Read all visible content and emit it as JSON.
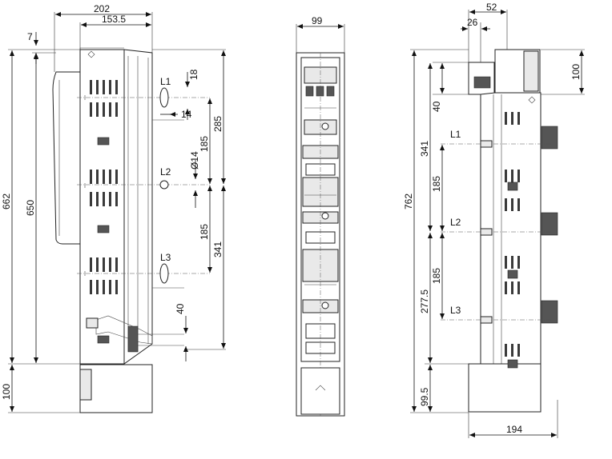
{
  "drawing": {
    "colors": {
      "line": "#111111",
      "housing_fill": "#e9e9e9",
      "background": "#ffffff"
    },
    "side_view_left": {
      "dims": {
        "total_depth": "202",
        "depth_body": "153.5",
        "top_offset": "7",
        "total_height": "662",
        "body_height": "650",
        "base_height": "100",
        "terminal_dia": "18",
        "terminal_len": "14",
        "hole_dia": "Ø14",
        "pitch_1": "185",
        "pitch_2": "185",
        "upper_span": "285",
        "lower_span": "341",
        "cable_offset": "40"
      },
      "labels": {
        "l1": "L1",
        "l2": "L2",
        "l3": "L3"
      }
    },
    "front_view": {
      "dims": {
        "width": "99"
      }
    },
    "side_view_right": {
      "dims": {
        "top_width": "52",
        "clamp_offset": "26",
        "clamp_height": "100",
        "total_height": "762",
        "top_offset": "40",
        "span_upper": "341",
        "pitch_1": "185",
        "pitch_2": "185",
        "span_lower": "277.5",
        "base_height": "99.5",
        "depth": "194"
      },
      "labels": {
        "l1": "L1",
        "l2": "L2",
        "l3": "L3"
      }
    }
  }
}
